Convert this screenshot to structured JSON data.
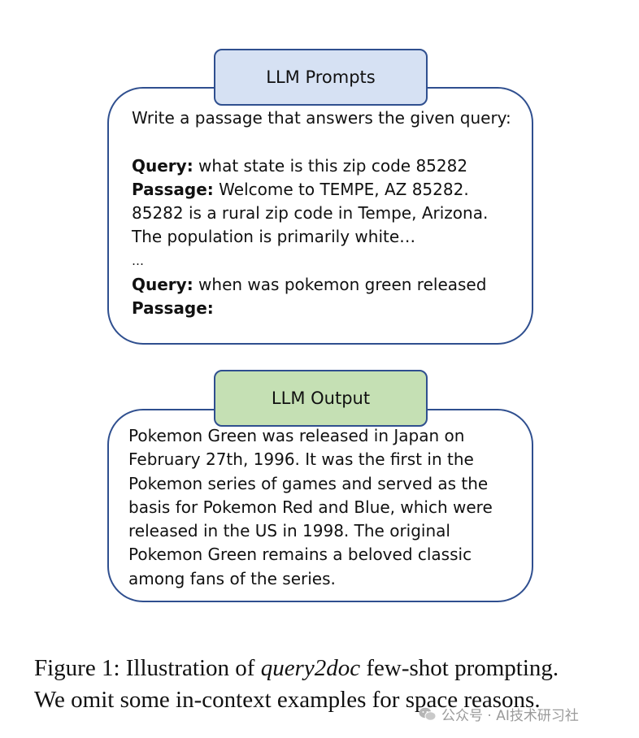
{
  "prompt_panel": {
    "label": "LLM Prompts",
    "instruction": "Write a passage that answers the given query:",
    "example_query_key": "Query:",
    "example_query": " what state is this zip code 85282",
    "example_passage_key": "Passage:",
    "example_passage_line1": " Welcome to TEMPE, AZ 85282.",
    "example_passage_line2": "85282 is a rural zip code in Tempe, Arizona.",
    "example_passage_line3": "The population is primarily white…",
    "ellipsis": "…",
    "target_query_key": "Query:",
    "target_query": " when was pokemon green released",
    "target_passage_key": "Passage:"
  },
  "output_panel": {
    "label": "LLM Output",
    "lines": [
      "Pokemon Green was released in Japan on",
      "February 27th, 1996. It was the first in the",
      "Pokemon series of games and served as the",
      "basis for Pokemon Red and Blue, which were",
      "released in the US in 1998. The original",
      "Pokemon Green remains a beloved classic",
      "among fans of the series."
    ]
  },
  "caption": {
    "prefix": "Figure 1: Illustration of ",
    "method": "query2doc",
    "suffix": " few-shot prompting.",
    "line2": "We omit some in-context examples for space reasons."
  },
  "watermark": {
    "text": "公众号 · AI技术研习社",
    "icon": "wechat-icon"
  }
}
